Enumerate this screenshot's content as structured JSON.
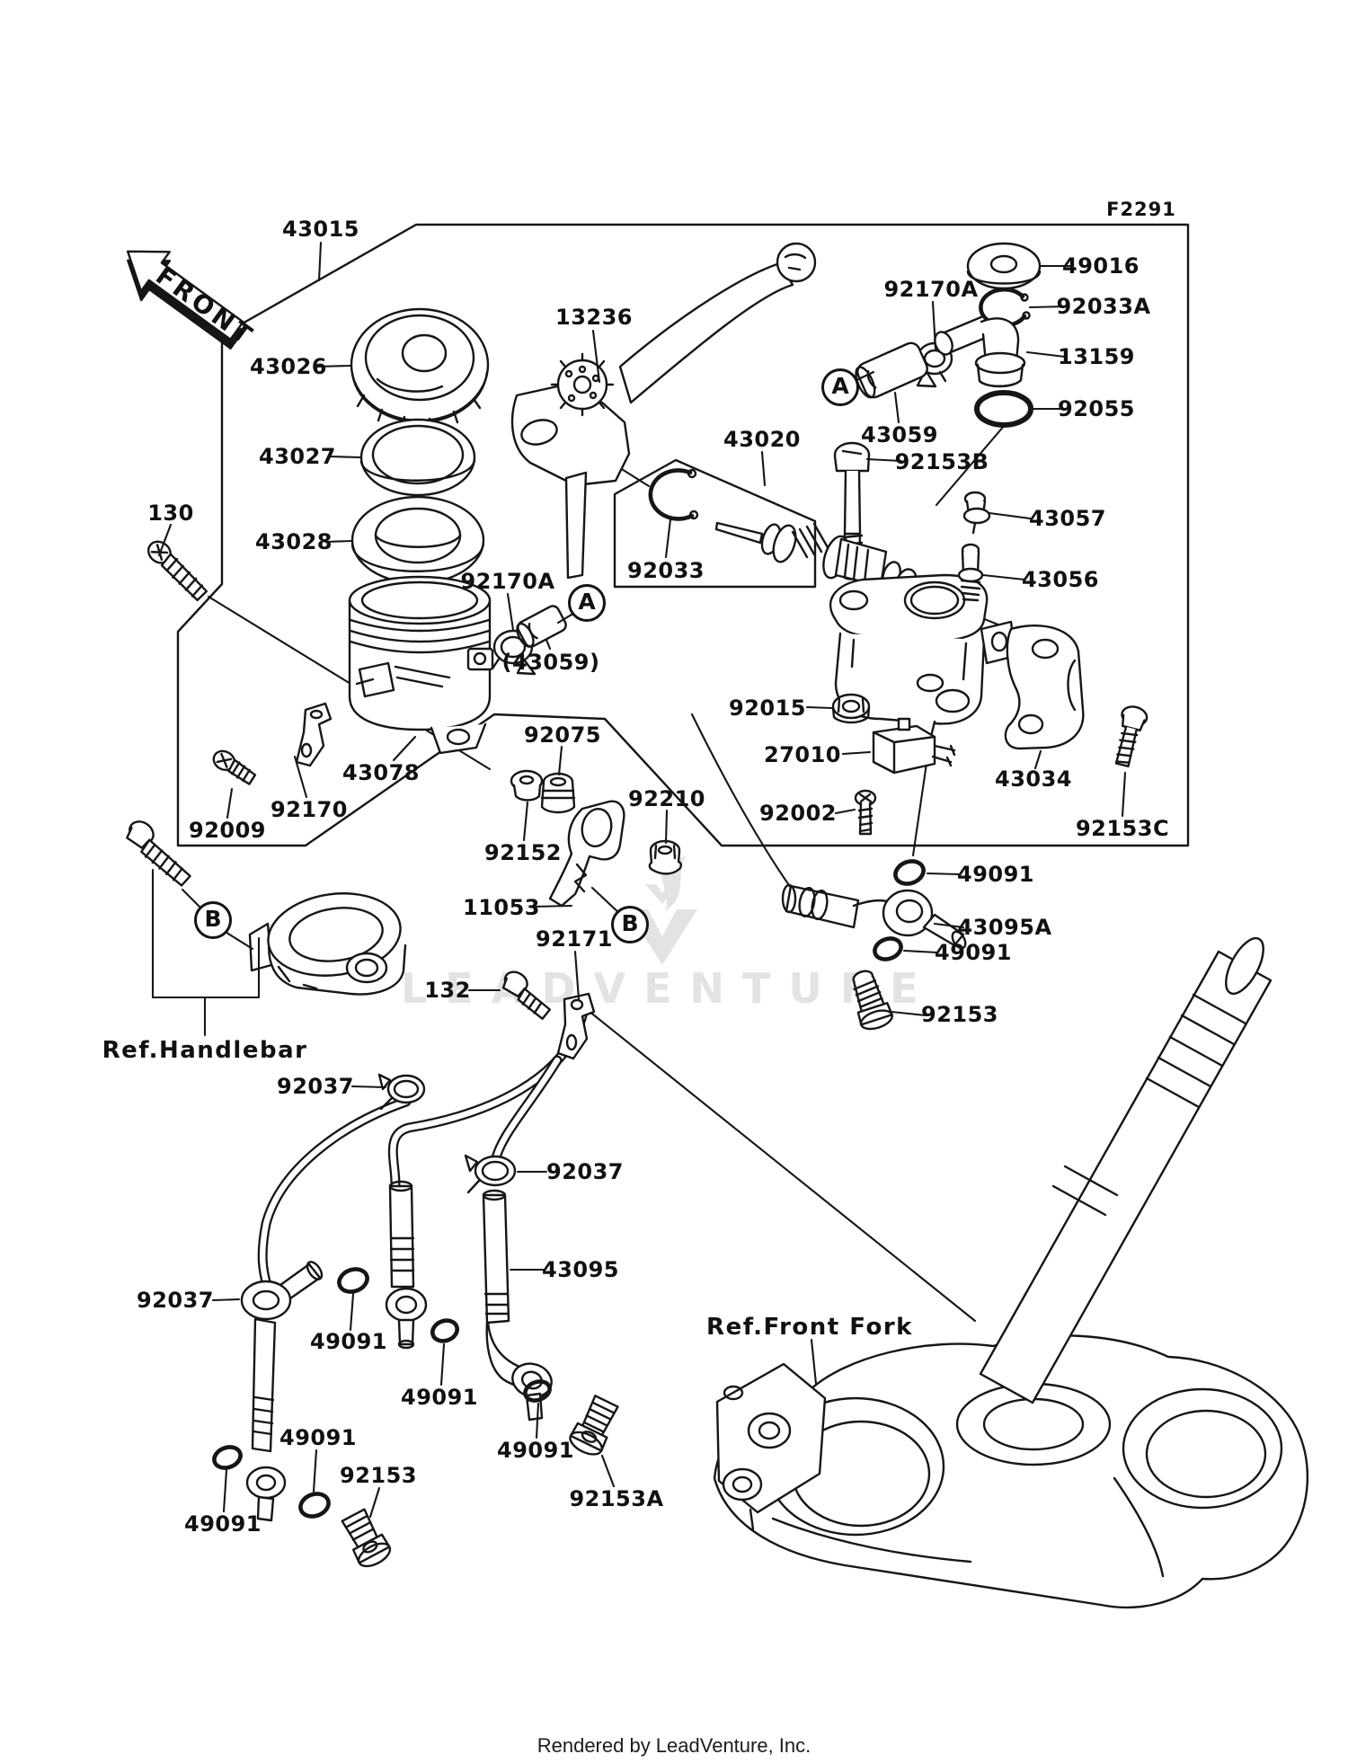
{
  "figure_code": "F2291",
  "front_marker": "FRONT",
  "watermark": "LEADVENTURE",
  "credit": "Rendered by LeadVenture, Inc.",
  "markers": [
    {
      "letter": "A"
    },
    {
      "letter": "A"
    },
    {
      "letter": "B"
    },
    {
      "letter": "B"
    }
  ],
  "callouts": [
    {
      "text": "43015"
    },
    {
      "text": "13236"
    },
    {
      "text": "43026"
    },
    {
      "text": "92170A"
    },
    {
      "text": "49016"
    },
    {
      "text": "92033A"
    },
    {
      "text": "13159"
    },
    {
      "text": "92055"
    },
    {
      "text": "43027"
    },
    {
      "text": "43059"
    },
    {
      "text": "43020"
    },
    {
      "text": "92153B"
    },
    {
      "text": "130"
    },
    {
      "text": "43028"
    },
    {
      "text": "43057"
    },
    {
      "text": "43056"
    },
    {
      "text": "92033"
    },
    {
      "text": "92170A"
    },
    {
      "text": "(43059)"
    },
    {
      "text": "92015"
    },
    {
      "text": "27010"
    },
    {
      "text": "92002"
    },
    {
      "text": "43034"
    },
    {
      "text": "92153C"
    },
    {
      "text": "43078"
    },
    {
      "text": "92170"
    },
    {
      "text": "92009"
    },
    {
      "text": "92152"
    },
    {
      "text": "92075"
    },
    {
      "text": "92210"
    },
    {
      "text": "11053"
    },
    {
      "text": "92171"
    },
    {
      "text": "132"
    },
    {
      "text": "Ref.Handlebar"
    },
    {
      "text": "49091"
    },
    {
      "text": "43095A"
    },
    {
      "text": "49091"
    },
    {
      "text": "92153"
    },
    {
      "text": "92037"
    },
    {
      "text": "92037"
    },
    {
      "text": "43095"
    },
    {
      "text": "92037"
    },
    {
      "text": "49091"
    },
    {
      "text": "49091"
    },
    {
      "text": "49091"
    },
    {
      "text": "49091"
    },
    {
      "text": "92153"
    },
    {
      "text": "92153A"
    },
    {
      "text": "49091"
    },
    {
      "text": "Ref.Front Fork"
    }
  ]
}
